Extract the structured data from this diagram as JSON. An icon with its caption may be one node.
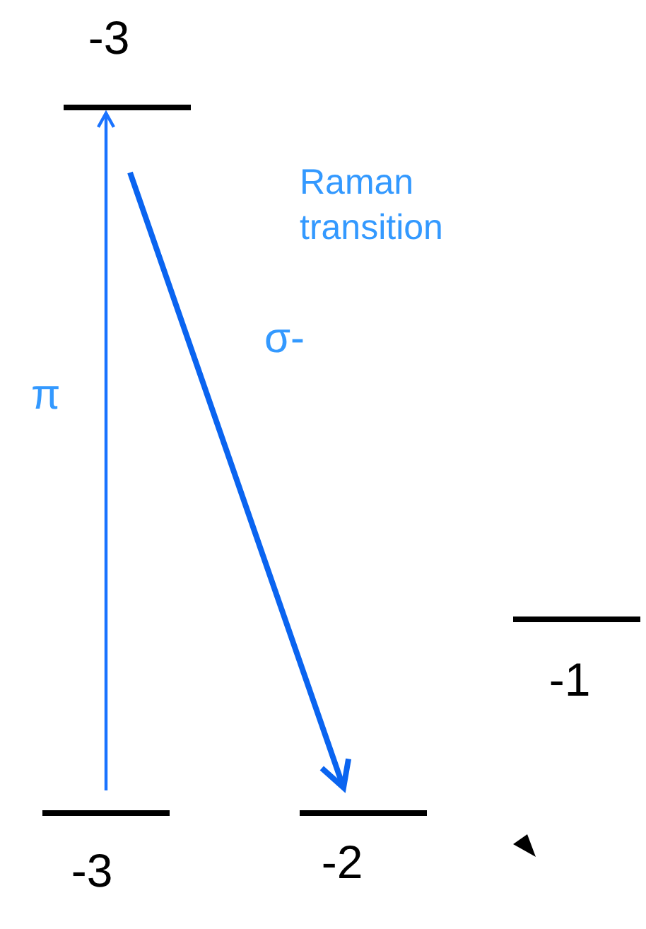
{
  "diagram": {
    "nodes": [
      {
        "text": [
          "-3"
        ]
      },
      {
        "text": [
          "-3"
        ]
      },
      {
        "text": [
          "-2"
        ]
      },
      {
        "text": [
          "-1"
        ]
      }
    ],
    "edges": [
      {
        "from": 1,
        "to": 0,
        "arrow": "to",
        "label": "π"
      },
      {
        "from": 0,
        "to": 2,
        "arrow": "to",
        "label": "σ-",
        "style": "thick"
      }
    ],
    "labels": [
      "Raman transition"
    ]
  }
}
